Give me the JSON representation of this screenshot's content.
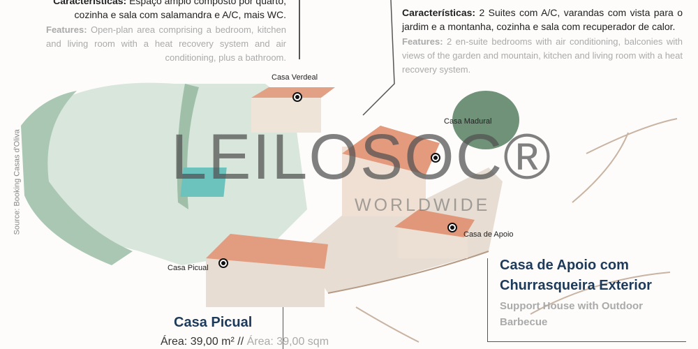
{
  "left_block": {
    "pt_label": "Características:",
    "pt_text": " Espaço amplo composto por quarto, cozinha e sala com salamandra e A/C, mais WC.",
    "en_label": "Features:",
    "en_text": " Open-plan area comprising a bedroom, kitchen and living room with a heat recovery system and air conditioning, plus a bathroom."
  },
  "right_block": {
    "pt_label": "Características:",
    "pt_text": " 2 Suites com A/C, varandas com vista para o jardim e a montanha, cozinha e sala com recuperador de calor.",
    "en_label": "Features:",
    "en_text": " 2 en-suite bedrooms with air conditioning, balconies with views of the garden and mountain, kitchen and living room with a heat recovery system."
  },
  "map_labels": {
    "verdeal": "Casa Verdeal",
    "madural": "Casa Madural",
    "apoio": "Casa de Apoio",
    "picual": "Casa Picual"
  },
  "watermark": {
    "main": "LEILOSOC®",
    "sub": "WORLDWIDE"
  },
  "source": "Source: Booking Casas d'Oliva",
  "apoio": {
    "title_line1": "Casa de Apoio com",
    "title_line2": "Churrasqueira Exterior",
    "subtitle_line1": "Support House with Outdoor",
    "subtitle_line2": "Barbecue"
  },
  "picual": {
    "title": "Casa Picual",
    "area_pt": "Área: 39,00 m² //",
    "area_en": " Área: 39,00 sqm"
  }
}
